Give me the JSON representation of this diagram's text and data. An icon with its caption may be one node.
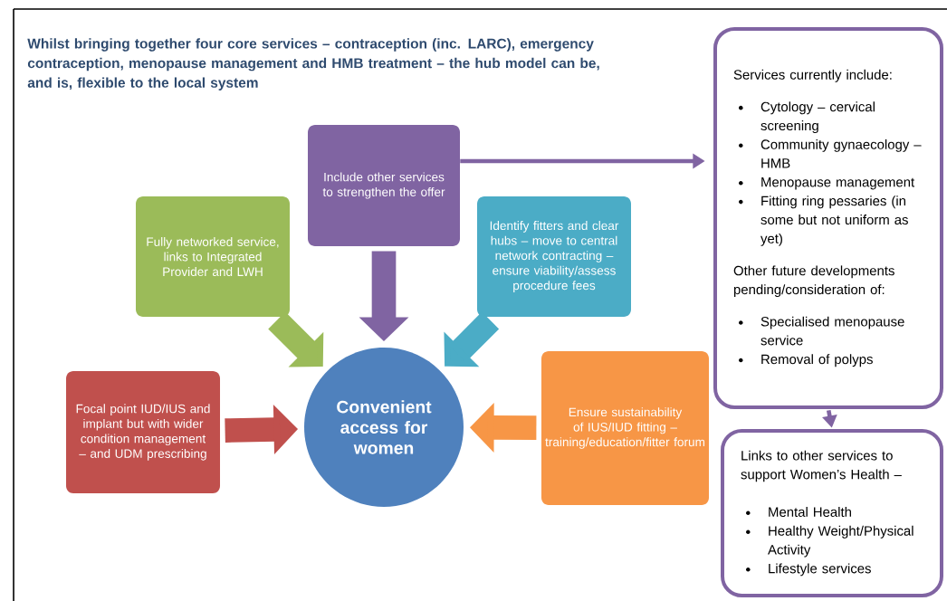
{
  "diagram": {
    "title": "Whilst bringing together four core services – contraception (inc. LARC), emergency contraception, menopause management and HMB treatment – the hub model can be, and is, flexible to the local system",
    "nodes": [
      {
        "text": [
          "Convenient access for women"
        ]
      },
      {
        "text": [
          "Include other services to strengthen the offer"
        ]
      },
      {
        "text": [
          "Fully networked service, links to Integrated Provider and LWH"
        ]
      },
      {
        "text": [
          "Identify fitters and clear hubs – move to central network contracting – ensure viability/assess procedure fees"
        ]
      },
      {
        "text": [
          "Focal point IUD/IUS and implant but with wider condition management – and UDM prescribing"
        ]
      },
      {
        "text": [
          "Ensure sustainability of IUS/IUD fitting – training/education/fitter forum"
        ]
      },
      {
        "text": [
          "Services currently include:",
          "Cytology – cervical screening",
          "Community gynaecology – HMB",
          "Menopause management",
          "Fitting ring pessaries (in some but not uniform as yet)",
          "Other future developments pending/consideration of:",
          "Specialised menopause service",
          "Removal of polyps"
        ]
      },
      {
        "text": [
          "Links to other services to support Women’s Health –",
          "Mental Health",
          "Healthy Weight/Physical Activity",
          "Lifestyle services"
        ]
      }
    ],
    "edges": [
      {
        "from": 1,
        "to": 6,
        "arrow": "to"
      },
      {
        "from": 2,
        "to": 0,
        "arrow": "to",
        "color": "#9bbb59"
      },
      {
        "from": 1,
        "to": 0,
        "arrow": "to",
        "color": "#8064a2"
      },
      {
        "from": 3,
        "to": 0,
        "arrow": "to",
        "color": "#4bacc6"
      },
      {
        "from": 4,
        "to": 0,
        "arrow": "to",
        "color": "#c0504d"
      },
      {
        "from": 5,
        "to": 0,
        "arrow": "to",
        "color": "#f79646"
      },
      {
        "from": 6,
        "to": 7,
        "arrow": "to"
      }
    ]
  }
}
